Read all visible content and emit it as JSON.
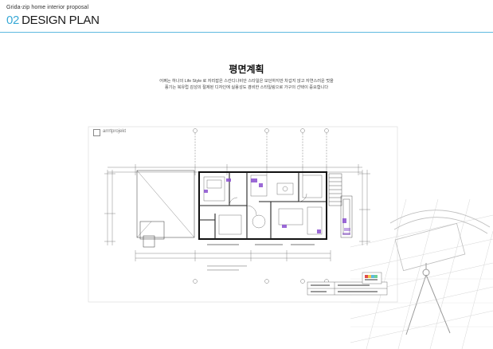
{
  "header": {
    "subtitle": "Grida-zip home interior proposal",
    "section_number": "02",
    "section_title": "DESIGN PLAN"
  },
  "content": {
    "title": "평면계획",
    "description_line1": "어쩌는 하나의 Life Style 로 자리잡은 스칸디나비안 스타일은 모던하지만 차갑지 않고 자연스러운 멋을",
    "description_line2": "풍기는 북유럽 감성의 절제된 디자인에 실용성도 겸비한 스타일링으로 가구의 선택이 중요합니다"
  },
  "drawing": {
    "brand": "arrrtprojekt"
  },
  "colors": {
    "accent": "#39a9d6",
    "rule": "#5fb9e0",
    "furniture": "#8a4fd0"
  }
}
